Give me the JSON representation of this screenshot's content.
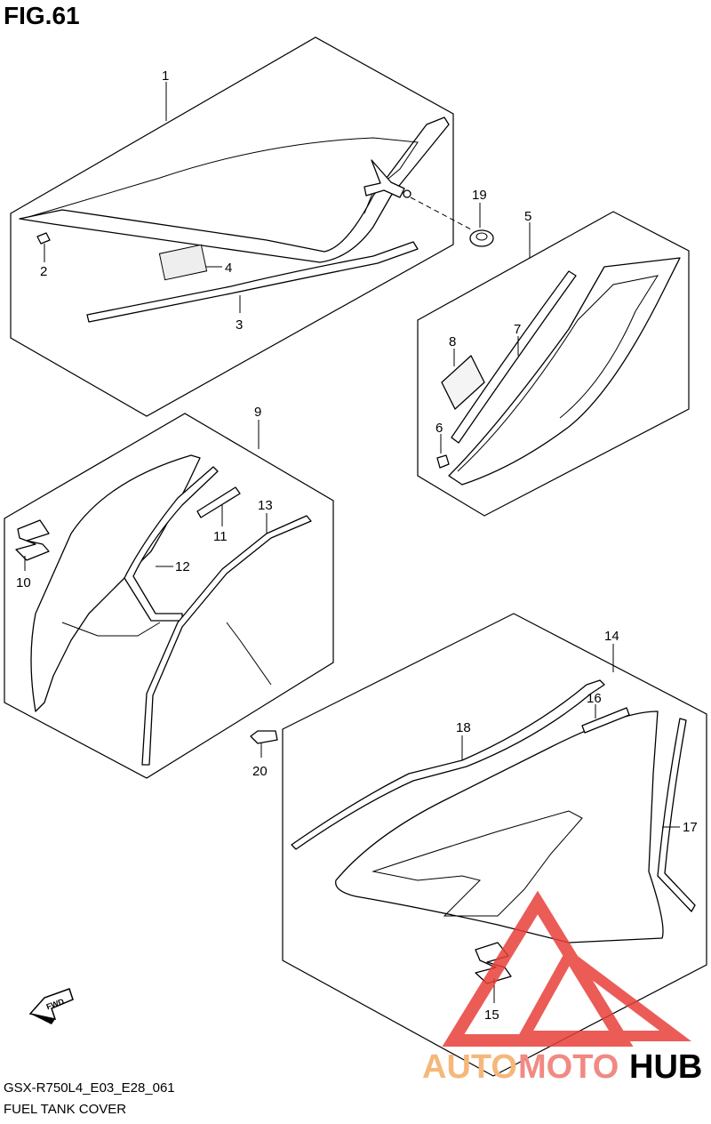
{
  "figure": {
    "title": "FIG.61"
  },
  "footer": {
    "model_code": "GSX-R750L4_E03_E28_061",
    "section_name": "FUEL TANK COVER"
  },
  "callouts": {
    "c1": "1",
    "c2": "2",
    "c3": "3",
    "c4": "4",
    "c5": "5",
    "c6": "6",
    "c7": "7",
    "c8": "8",
    "c9": "9",
    "c10": "10",
    "c11": "11",
    "c12": "12",
    "c13": "13",
    "c14": "14",
    "c15": "15",
    "c16": "16",
    "c17": "17",
    "c18": "18",
    "c19": "19",
    "c20": "20"
  },
  "fwd_arrow": {
    "label": "FWD"
  },
  "watermark": {
    "part_a": "AUTO",
    "part_b": "MOTO",
    "part_c": "HUB",
    "colors": {
      "auto": "#f5b87a",
      "moto": "#f08a82",
      "hub": "#000000",
      "logo": "#e8403a"
    }
  }
}
